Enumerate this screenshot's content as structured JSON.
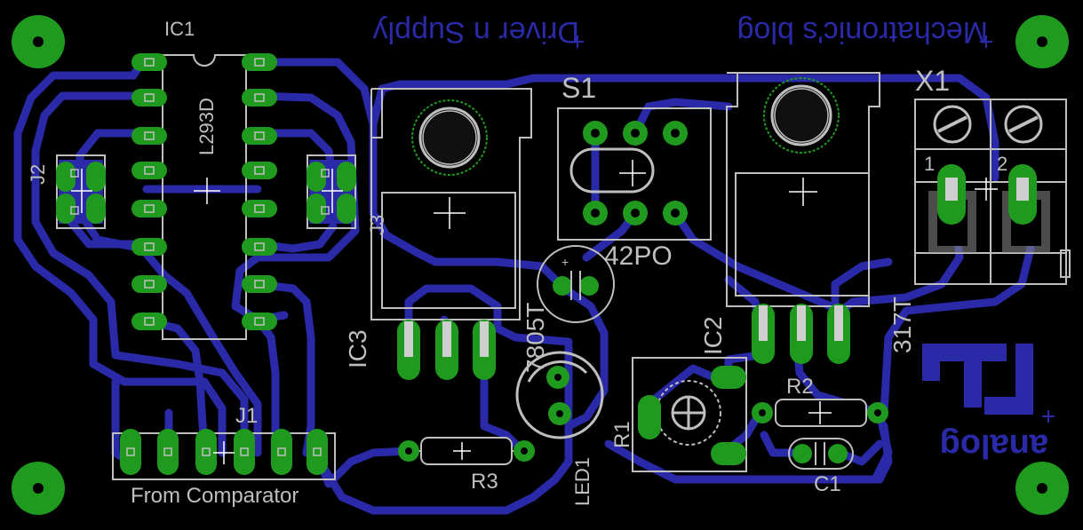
{
  "board": {
    "title_left": "Driver n Supply",
    "title_right": "Mechatronic's blog",
    "logo_text": "analog"
  },
  "labels": {
    "ic1": "IC1",
    "ic1_part": "L293D",
    "s1": "S1",
    "s1_part": "42PO",
    "x1": "X1",
    "x1_pin1": "1",
    "x1_pin2": "2",
    "j1": "J1",
    "j1_caption": "From Comparator",
    "j2": "J2",
    "j3": "J3",
    "ic3": "IC3",
    "ic3_part": "7805T",
    "ic2": "IC2",
    "ic2_part": "317T",
    "r1": "R1",
    "r2": "R2",
    "r3": "R3",
    "c1": "C1",
    "led1": "LED1"
  },
  "colors": {
    "background": "#000000",
    "trace": "#2a2aa8",
    "pad": "#1f9a1f",
    "silkscreen": "#bfbfbf"
  }
}
